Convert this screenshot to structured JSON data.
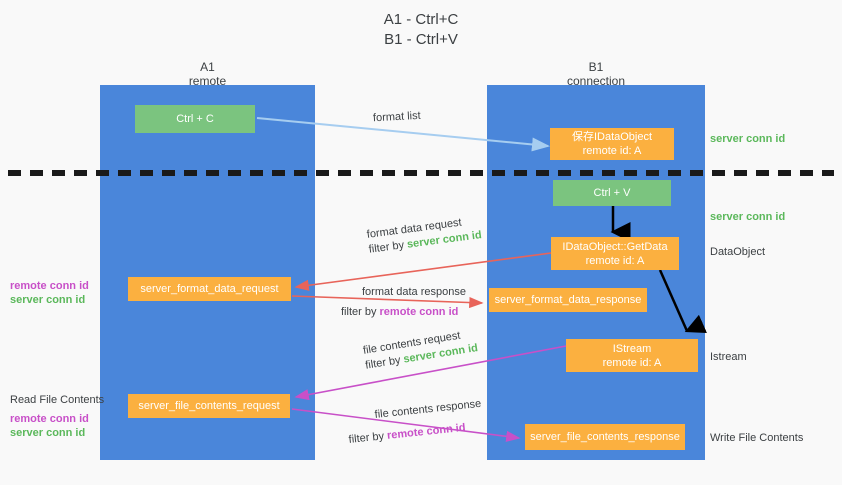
{
  "title": {
    "line1": "A1 - Ctrl+C",
    "line2": "B1 - Ctrl+V"
  },
  "columns": [
    {
      "name": "A1",
      "sub": "remote"
    },
    {
      "name": "B1",
      "sub": "connection"
    }
  ],
  "nodes": {
    "ctrl_c": "Ctrl + C",
    "ctrl_v": "Ctrl + V",
    "save_dataobject_l1": "保存IDataObject",
    "save_dataobject_l2": "remote id: A",
    "getdata_l1": "IDataObject::GetData",
    "getdata_l2": "remote id: A",
    "istream_l1": "IStream",
    "istream_l2": "remote id: A",
    "server_format_data_request": "server_format_data_request",
    "server_format_data_response": "server_format_data_response",
    "server_file_contents_request": "server_file_contents_request",
    "server_file_contents_response": "server_file_contents_response"
  },
  "captions": {
    "format_list": "format list",
    "format_data_request": "format data request",
    "format_data_request_filter_pre": "filter by ",
    "format_data_request_filter_id": "server conn id",
    "format_data_response": "format data response",
    "format_data_response_filter_pre": "filter by ",
    "format_data_response_filter_id": "remote conn id",
    "file_contents_request": "file contents request",
    "file_contents_request_filter_pre": "filter by ",
    "file_contents_request_filter_id": "server conn id",
    "file_contents_response": "file contents response",
    "file_contents_response_filter_pre": "filter by ",
    "file_contents_response_filter_id": "remote conn id"
  },
  "annotations": {
    "right_server_conn_id_1": "server conn id",
    "right_server_conn_id_2": "server conn id",
    "right_dataobject": "DataObject",
    "right_istream": "Istream",
    "right_write_file_contents": "Write File Contents",
    "left_read_file_contents": "Read File Contents",
    "left_remote_conn_id_1": "remote conn id",
    "left_server_conn_id_1": "server conn id",
    "left_remote_conn_id_2": "remote conn id",
    "left_server_conn_id_2": "server conn id"
  },
  "colors": {
    "lane": "#4a86da",
    "green_box": "#7bc47f",
    "orange_box": "#fbb040",
    "light_blue_arrow": "#a6cdf0",
    "red_arrow": "#e8645a",
    "magenta_arrow": "#c850c8",
    "black_arrow": "#000000",
    "green_text": "#5bb85b",
    "pink_text": "#c850c8",
    "background": "#f9f9f9"
  }
}
